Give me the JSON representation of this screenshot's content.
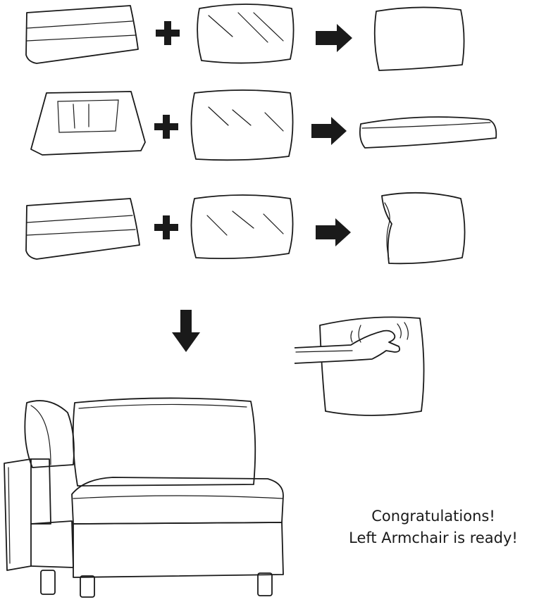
{
  "caption": {
    "line1": "Congratulations!",
    "line2": "Left Armchair is ready!"
  },
  "steps": [
    {
      "item_a": "cushion-cover",
      "item_b": "foam-insert",
      "result": "back-cushion"
    },
    {
      "item_a": "seat-cover",
      "item_b": "foam-insert",
      "result": "seat-cushion"
    },
    {
      "item_a": "cushion-cover",
      "item_b": "foam-insert",
      "result": "arm-pillow"
    }
  ],
  "final_step": {
    "action": "pat-pillow",
    "result": "left-armchair"
  },
  "colors": {
    "ink": "#1a1a1a",
    "background": "#ffffff"
  }
}
